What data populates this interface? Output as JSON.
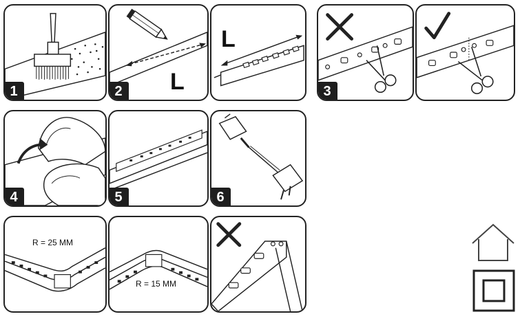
{
  "steps": [
    {
      "number": "1"
    },
    {
      "number": "2",
      "length_label": "L"
    },
    {
      "number": "",
      "length_label": "L"
    },
    {
      "number": "3"
    },
    {
      "number": ""
    },
    {
      "number": "4"
    },
    {
      "number": "5"
    },
    {
      "number": "6"
    },
    {
      "number": "",
      "radius_label": "R = 25 MM"
    },
    {
      "number": "",
      "radius_label": "R = 15 MM"
    },
    {
      "number": ""
    }
  ],
  "symbols": {
    "indoor": "house-icon",
    "class2": "double-square-icon"
  }
}
